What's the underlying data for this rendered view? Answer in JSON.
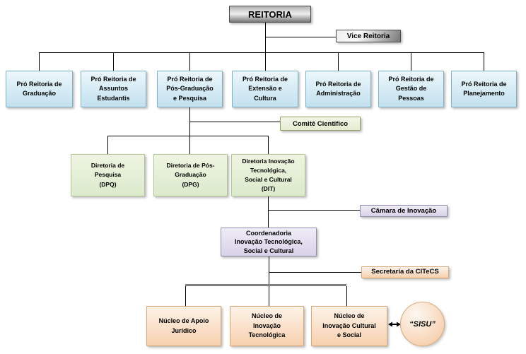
{
  "palette": {
    "text": "#000000",
    "line": "#000000",
    "thick_line": "#7f7f7f",
    "gray_top": "#b0b0b0",
    "gray_mid": "#efefef",
    "gray_bottom": "#787878",
    "gray_border": "#4a4a4a",
    "blue_top": "#ecf7fb",
    "blue_bottom": "#c3e1ef",
    "blue_border": "#7fb0c7",
    "green_top": "#eef5e1",
    "green_bottom": "#dceacc",
    "green_border": "#b4c496",
    "comite_top": "#f3f7e8",
    "comite_bottom": "#e3edd1",
    "comite_border": "#91a163",
    "purple_top": "#efecf7",
    "purple_bottom": "#d9d2e8",
    "purple_border": "#948dac",
    "orange_top": "#fdf3e9",
    "orange_bottom": "#f7d0ae",
    "orange_border": "#d8a977"
  },
  "nodes": {
    "reitoria": {
      "label": "REITORIA"
    },
    "vice_reitoria": {
      "label": "Vice Reitoria"
    },
    "pro_graduacao": {
      "label": "Pró Reitoria de\nGraduação"
    },
    "pro_assuntos": {
      "label": "Pró Reitoria de\nAssuntos\nEstudantis"
    },
    "pro_pos_graduacao": {
      "label": "Pró Reitoria de\nPós-Graduação\ne Pesquisa"
    },
    "pro_extensao": {
      "label": "Pró Reitoria de\nExtensão e\nCultura"
    },
    "pro_administracao": {
      "label": "Pró Reitoria de\nAdministração"
    },
    "pro_gestao": {
      "label": "Pró Reitoria de\nGestão de\nPessoas"
    },
    "pro_planejamento": {
      "label": "Pró Reitoria de\nPlanejamento"
    },
    "comite_cientifico": {
      "label": "Comitê Cientifico"
    },
    "diretoria_pesquisa": {
      "label": "Diretoria de\nPesquisa\n(DPQ)"
    },
    "diretoria_pos_graduacao": {
      "label": "Diretoria de Pós-\nGraduação\n(DPG)"
    },
    "diretoria_inovacao": {
      "label": "Diretoria Inovação\nTecnológica,\nSocial e Cultural\n(DIT)"
    },
    "camara_inovacao": {
      "label": "Câmara de Inovação"
    },
    "coordenadoria": {
      "label": "Coordenadoria\nInovação Tecnológica,\nSocial e Cultural"
    },
    "secretaria": {
      "label": "Secretaria da CITeCS"
    },
    "nucleo_juridico": {
      "label": "Núcleo de Apoio\nJurídico"
    },
    "nucleo_tecnologica": {
      "label": "Núcleo de\nInovação\nTecnológica"
    },
    "nucleo_cultural": {
      "label": "Núcleo de\nInovação Cultural\ne Social"
    },
    "sisu": {
      "label": "“SISU”"
    }
  }
}
